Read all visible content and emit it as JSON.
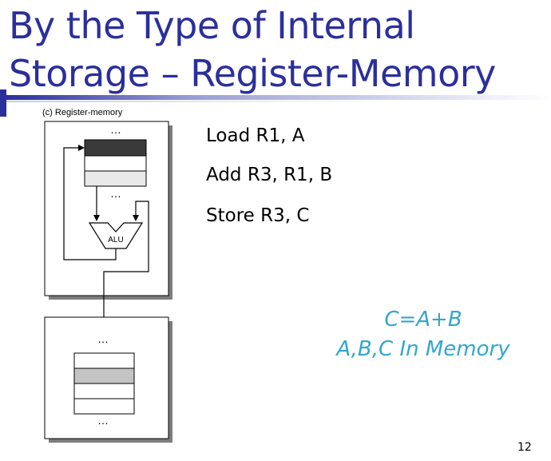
{
  "slide": {
    "title_line1": "By the Type of Internal",
    "title_line2": "Storage – Register-Memory",
    "page_number": "12"
  },
  "diagram": {
    "caption": "(c)  Register-memory",
    "alu_label": "ALU",
    "ellipsis": "…"
  },
  "instructions": [
    "Load R1, A",
    "Add R3, R1, B",
    "Store R3, C"
  ],
  "formula": {
    "line1": "C=A+B",
    "line2": "A,B,C In Memory"
  },
  "colors": {
    "title": "#2b2f9c",
    "formula": "#33a7cc",
    "register_dark": "#3a3a3a",
    "memory_highlight": "#c4c4c4",
    "shadow": "#7d7d7d"
  }
}
